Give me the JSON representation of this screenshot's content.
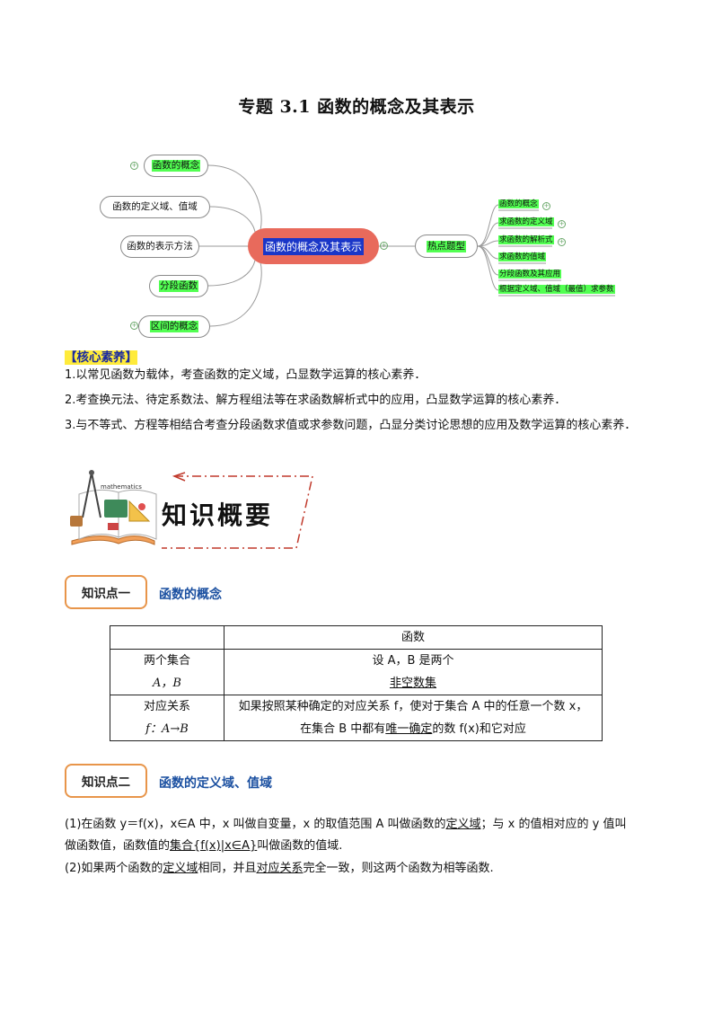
{
  "title": "专题 3.1    函数的概念及其表示",
  "mindmap": {
    "central": "函数的概念及其表示",
    "left_nodes": [
      "函数的概念",
      "函数的定义域、值域",
      "函数的表示方法",
      "分段函数",
      "区间的概念"
    ],
    "right_node": "热点题型",
    "right_leaves": [
      "函数的概念",
      "求函数的定义域",
      "求函数的解析式",
      "求函数的值域",
      "分段函数及其应用",
      "根据定义域、值域（最值）求参数"
    ]
  },
  "core": {
    "heading": "【核心素养】",
    "items": [
      "1.以常见函数为载体，考查函数的定义域，凸显数学运算的核心素养．",
      "2.考查换元法、待定系数法、解方程组法等在求函数解析式中的应用，凸显数学运算的核心素养．",
      "3.与不等式、方程等相结合考查分段函数求值或求参数问题，凸显分类讨论思想的应用及数学运算的核心素养．"
    ]
  },
  "banner": {
    "title": "知识概要",
    "art_text": "mathematics"
  },
  "kp1": {
    "label": "知识点一",
    "title": "函数的概念"
  },
  "table": {
    "header": "函数",
    "row1_left_a": "两个集合",
    "row1_left_b": "A，B",
    "row1_right_a": "设 A，B 是两个",
    "row1_right_b": "非空数集",
    "row2_left_a": "对应关系",
    "row2_left_b": "f：A→B",
    "row2_right_a": "如果按照某种确定的对应关系 f，使对于集合 A 中的任意一个数 x，",
    "row2_right_b_pre": "在集合 B 中都有",
    "row2_right_b_ul": "唯一确定",
    "row2_right_b_post": "的数 f(x)和它对应"
  },
  "kp2": {
    "label": "知识点二",
    "title": "函数的定义域、值域"
  },
  "domain_text": {
    "l1_a": "(1)在函数 y＝f(x)，x∈A 中，x 叫做自变量，x 的取值范围 A 叫做函数的",
    "l1_ul": "定义域",
    "l1_b": "；与 x 的值相对应的 y 值叫",
    "l2_a": "做函数值，函数值的",
    "l2_ul": "集合{f(x)|x∈A}",
    "l2_b": "叫做函数的值域.",
    "l3_a": "(2)如果两个函数的",
    "l3_ul1": "定义域",
    "l3_b": "相同，并且",
    "l3_ul2": "对应关系",
    "l3_c": "完全一致，则这两个函数为相等函数."
  }
}
